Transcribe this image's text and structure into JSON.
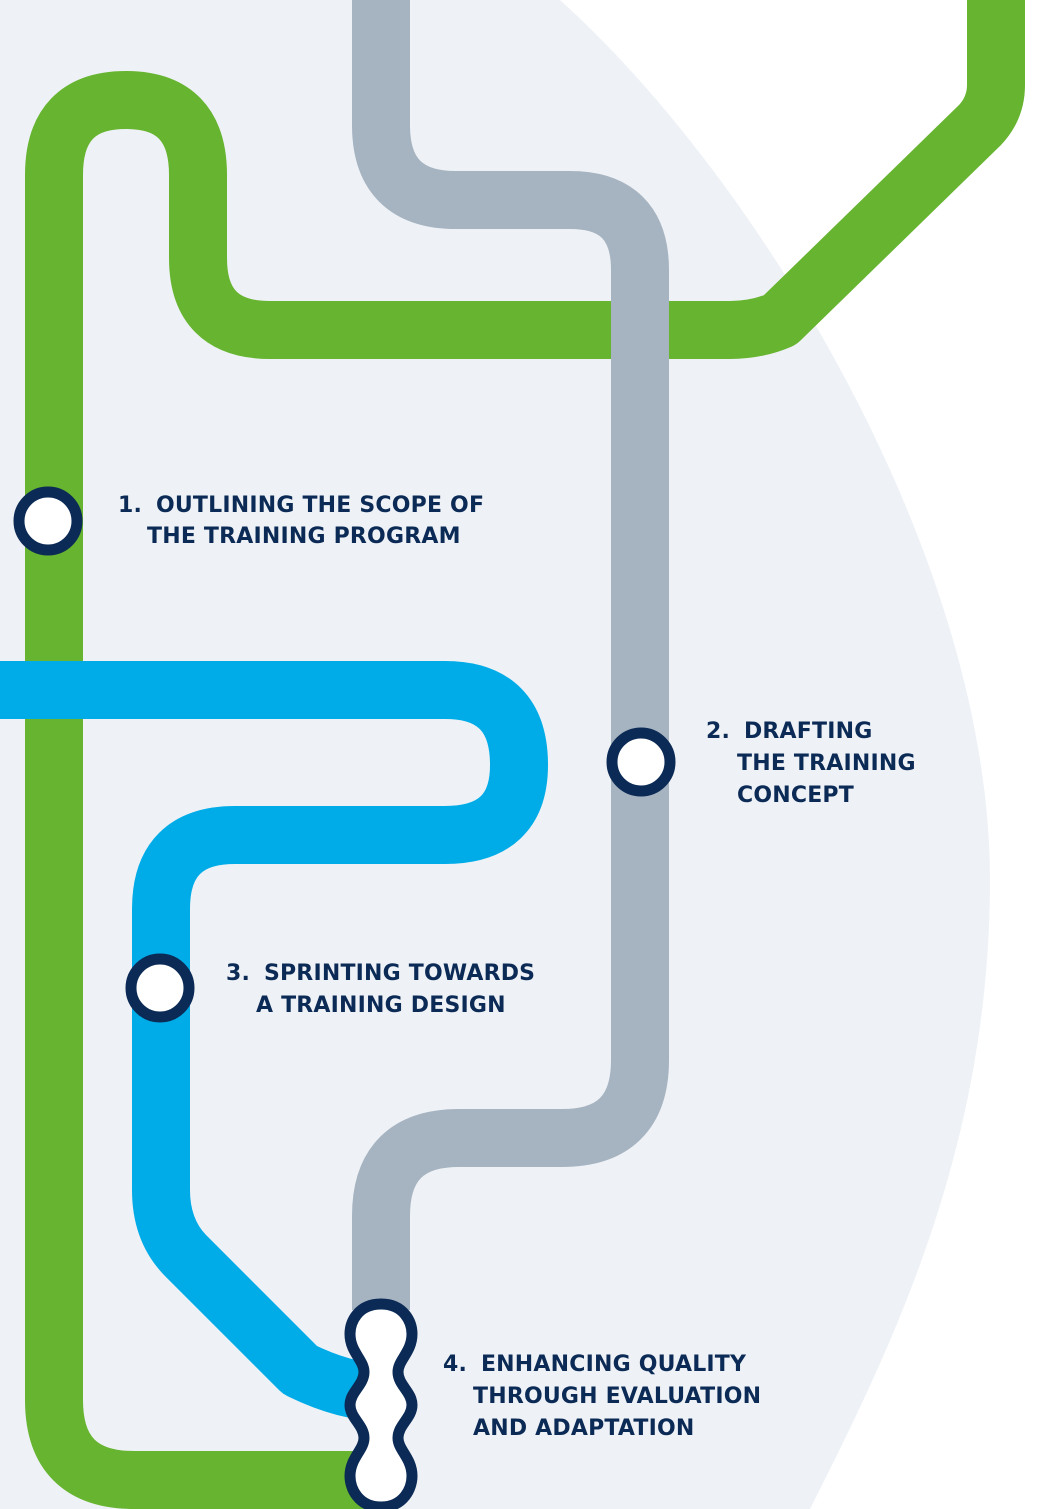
{
  "colors": {
    "background": "#ffffff",
    "circle_background": "#eef2f6",
    "green_line": "#67b430",
    "gray_line": "#a6b3c1",
    "blue_line": "#00ace8",
    "station_outline": "#0b2a55",
    "station_fill": "#ffffff",
    "label_text": "#0b2a55"
  },
  "lines": [
    {
      "name": "green-line",
      "color_key": "green_line"
    },
    {
      "name": "gray-line",
      "color_key": "gray_line"
    },
    {
      "name": "blue-line",
      "color_key": "blue_line"
    }
  ],
  "stations": [
    {
      "number": "1.",
      "lines": [
        "OUTLINING THE SCOPE OF",
        "THE TRAINING PROGRAM"
      ]
    },
    {
      "number": "2.",
      "lines": [
        "DRAFTING",
        "THE TRAINING",
        "CONCEPT"
      ]
    },
    {
      "number": "3.",
      "lines": [
        "SPRINTING TOWARDS",
        "A TRAINING DESIGN"
      ]
    },
    {
      "number": "4.",
      "lines": [
        "ENHANCING QUALITY",
        "THROUGH EVALUATION",
        "AND ADAPTATION"
      ]
    }
  ]
}
